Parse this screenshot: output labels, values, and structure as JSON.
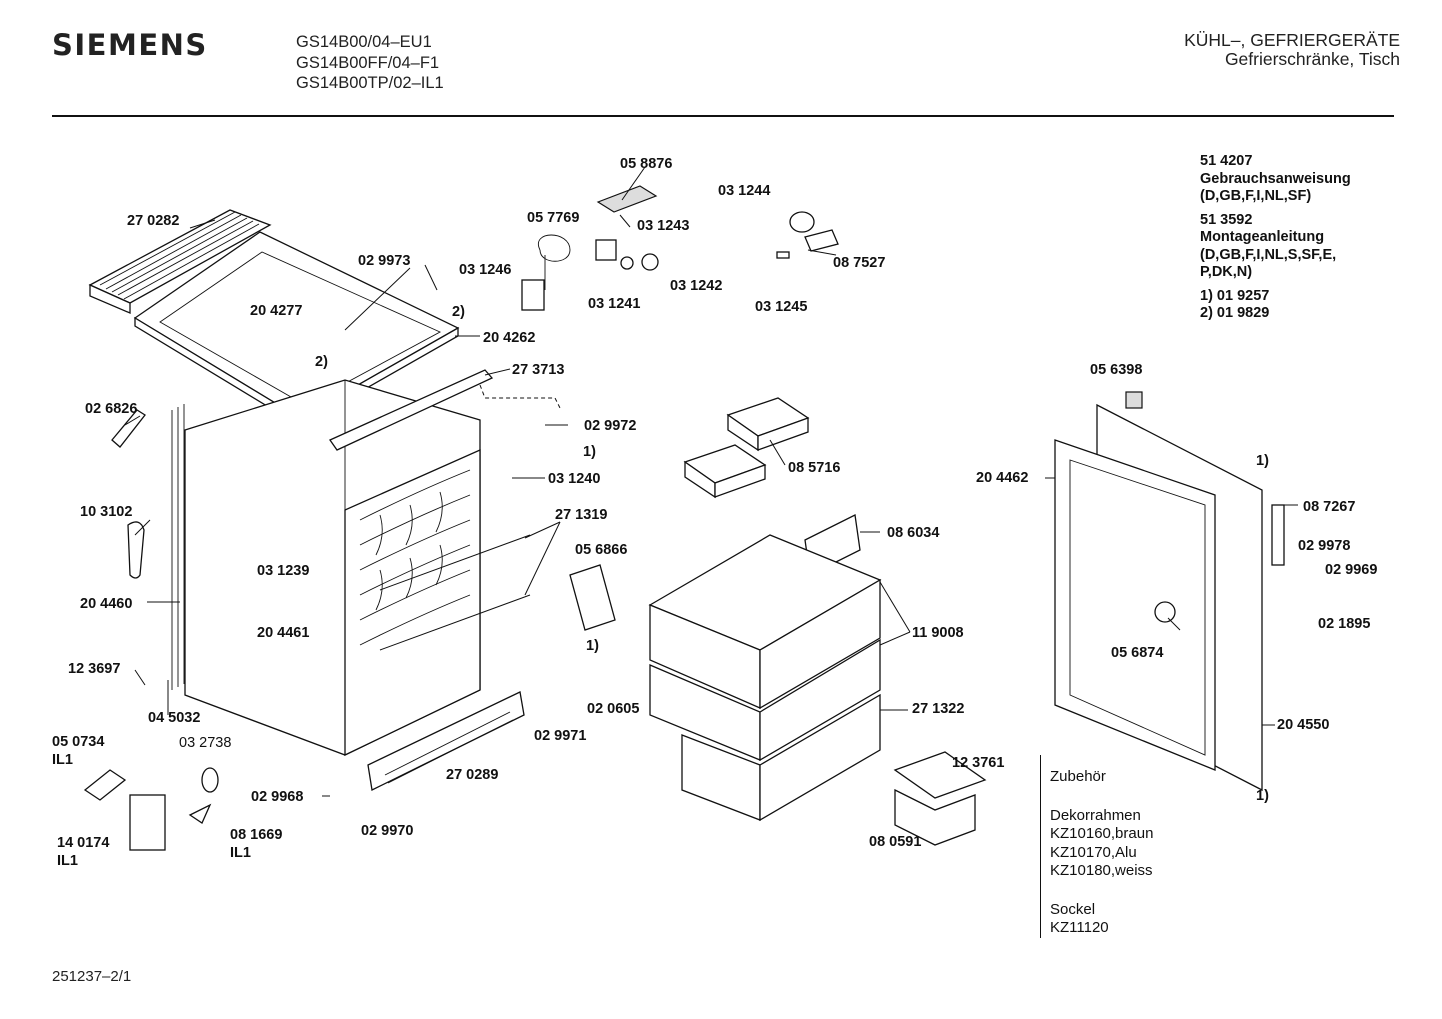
{
  "header": {
    "brand": "SIEMENS",
    "models": [
      "GS14B00/04–EU1",
      "GS14B00FF/04–F1",
      "GS14B00TP/02–IL1"
    ],
    "category_line1": "KÜHL–, GEFRIERGERÄTE",
    "category_line2": "Gefrierschränke, Tisch"
  },
  "documents": {
    "manual_number": "51 4207",
    "manual_title": "Gebrauchsanweisung",
    "manual_langs": "(D,GB,F,I,NL,SF)",
    "install_number": "51 3592",
    "install_title": "Montageanleitung",
    "install_langs_1": "(D,GB,F,I,NL,S,SF,E,",
    "install_langs_2": "P,DK,N)",
    "note1": "1)  01 9257",
    "note2": "2)  01 9829"
  },
  "accessories": {
    "heading": "Zubehör",
    "frame_heading": "Dekorrahmen",
    "frames": [
      "KZ10160,braun",
      "KZ10170,Alu",
      "KZ10180,weiss"
    ],
    "base_heading": "Sockel",
    "base_code": "KZ11120"
  },
  "footer": {
    "doc_code": "251237–2/1"
  },
  "parts": [
    {
      "id": "p-270282",
      "label": "27 0282"
    },
    {
      "id": "p-204277",
      "label": "20 4277"
    },
    {
      "id": "p-029973",
      "label": "02 9973"
    },
    {
      "id": "p-2a",
      "label": "2)"
    },
    {
      "id": "p-2b",
      "label": "2)"
    },
    {
      "id": "p-204262",
      "label": "20 4262"
    },
    {
      "id": "p-273713",
      "label": "27 3713"
    },
    {
      "id": "p-058876",
      "label": "05 8876"
    },
    {
      "id": "p-057769",
      "label": "05 7769"
    },
    {
      "id": "p-031243",
      "label": "03 1243"
    },
    {
      "id": "p-031244",
      "label": "03 1244"
    },
    {
      "id": "p-031246",
      "label": "03 1246"
    },
    {
      "id": "p-031241",
      "label": "03 1241"
    },
    {
      "id": "p-031242",
      "label": "03 1242"
    },
    {
      "id": "p-087527",
      "label": "08 7527"
    },
    {
      "id": "p-031245",
      "label": "03 1245"
    },
    {
      "id": "p-026826",
      "label": "02 6826"
    },
    {
      "id": "p-029972",
      "label": "02 9972"
    },
    {
      "id": "p-1a",
      "label": "1)"
    },
    {
      "id": "p-031240",
      "label": "03 1240"
    },
    {
      "id": "p-085716",
      "label": "08 5716"
    },
    {
      "id": "p-103102",
      "label": "10 3102"
    },
    {
      "id": "p-271319",
      "label": "27 1319"
    },
    {
      "id": "p-031239",
      "label": "03 1239"
    },
    {
      "id": "p-056866",
      "label": "05 6866"
    },
    {
      "id": "p-204460",
      "label": "20 4460"
    },
    {
      "id": "p-204461",
      "label": "20 4461"
    },
    {
      "id": "p-123697",
      "label": "12 3697"
    },
    {
      "id": "p-045032",
      "label": "04 5032"
    },
    {
      "id": "p-1b",
      "label": "1)"
    },
    {
      "id": "p-020605",
      "label": "02 0605"
    },
    {
      "id": "p-029971",
      "label": "02 9971"
    },
    {
      "id": "p-050734",
      "label": "05 0734"
    },
    {
      "id": "p-il1a",
      "label": "IL1"
    },
    {
      "id": "p-032738",
      "label": "03 2738"
    },
    {
      "id": "p-270289",
      "label": "27 0289"
    },
    {
      "id": "p-029968",
      "label": "02 9968"
    },
    {
      "id": "p-029970",
      "label": "02 9970"
    },
    {
      "id": "p-140174",
      "label": "14 0174"
    },
    {
      "id": "p-il1b",
      "label": "IL1"
    },
    {
      "id": "p-081669",
      "label": "08 1669"
    },
    {
      "id": "p-il1c",
      "label": "IL1"
    },
    {
      "id": "p-086034",
      "label": "08 6034"
    },
    {
      "id": "p-119008",
      "label": "11 9008"
    },
    {
      "id": "p-271322",
      "label": "27 1322"
    },
    {
      "id": "p-123761",
      "label": "12 3761"
    },
    {
      "id": "p-080591",
      "label": "08 0591"
    },
    {
      "id": "p-056398",
      "label": "05 6398"
    },
    {
      "id": "p-204462",
      "label": "20 4462"
    },
    {
      "id": "p-1c",
      "label": "1)"
    },
    {
      "id": "p-087267",
      "label": "08 7267"
    },
    {
      "id": "p-029978",
      "label": "02 9978"
    },
    {
      "id": "p-029969",
      "label": "02 9969"
    },
    {
      "id": "p-021895",
      "label": "02 1895"
    },
    {
      "id": "p-056874",
      "label": "05 6874"
    },
    {
      "id": "p-204550",
      "label": "20 4550"
    },
    {
      "id": "p-1d",
      "label": "1)"
    }
  ]
}
